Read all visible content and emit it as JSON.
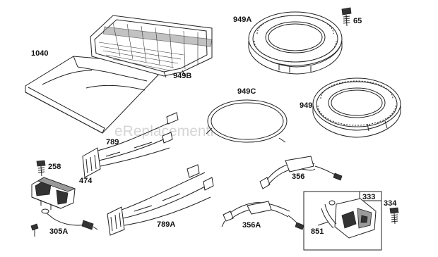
{
  "watermark": "eReplacementParts.com",
  "labels": {
    "p1040": "1040",
    "p949B": "949B",
    "p949A": "949A",
    "p65": "65",
    "p949C": "949C",
    "p949": "949",
    "p789": "789",
    "p258": "258",
    "p474": "474",
    "p305A": "305A",
    "p789A": "789A",
    "p356": "356",
    "p356A": "356A",
    "p333": "333",
    "p334": "334",
    "p851": "851"
  }
}
